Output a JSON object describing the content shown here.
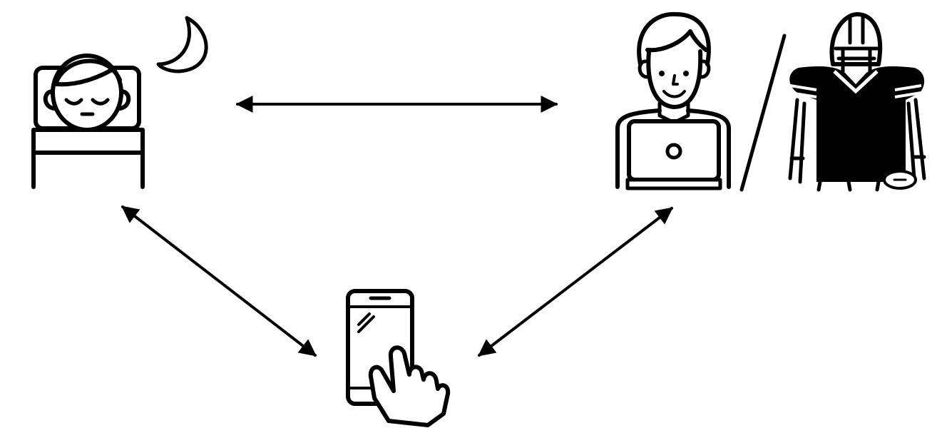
{
  "diagram": {
    "nodes": [
      {
        "id": "sleep",
        "icon": "sleeping-person-in-bed-icon"
      },
      {
        "id": "moon",
        "icon": "crescent-moon-icon"
      },
      {
        "id": "work",
        "icon": "person-at-laptop-icon"
      },
      {
        "id": "sport",
        "icon": "american-football-player-icon"
      },
      {
        "id": "phone",
        "icon": "hand-tapping-smartphone-icon"
      }
    ],
    "edges": [
      {
        "from": "sleep",
        "to": "work",
        "direction": "both"
      },
      {
        "from": "sleep",
        "to": "phone",
        "direction": "both"
      },
      {
        "from": "work",
        "to": "phone",
        "direction": "both"
      }
    ],
    "separator": {
      "between": [
        "work",
        "sport"
      ],
      "style": "slash"
    },
    "colors": {
      "ink": "#000000",
      "background": "#ffffff"
    }
  }
}
